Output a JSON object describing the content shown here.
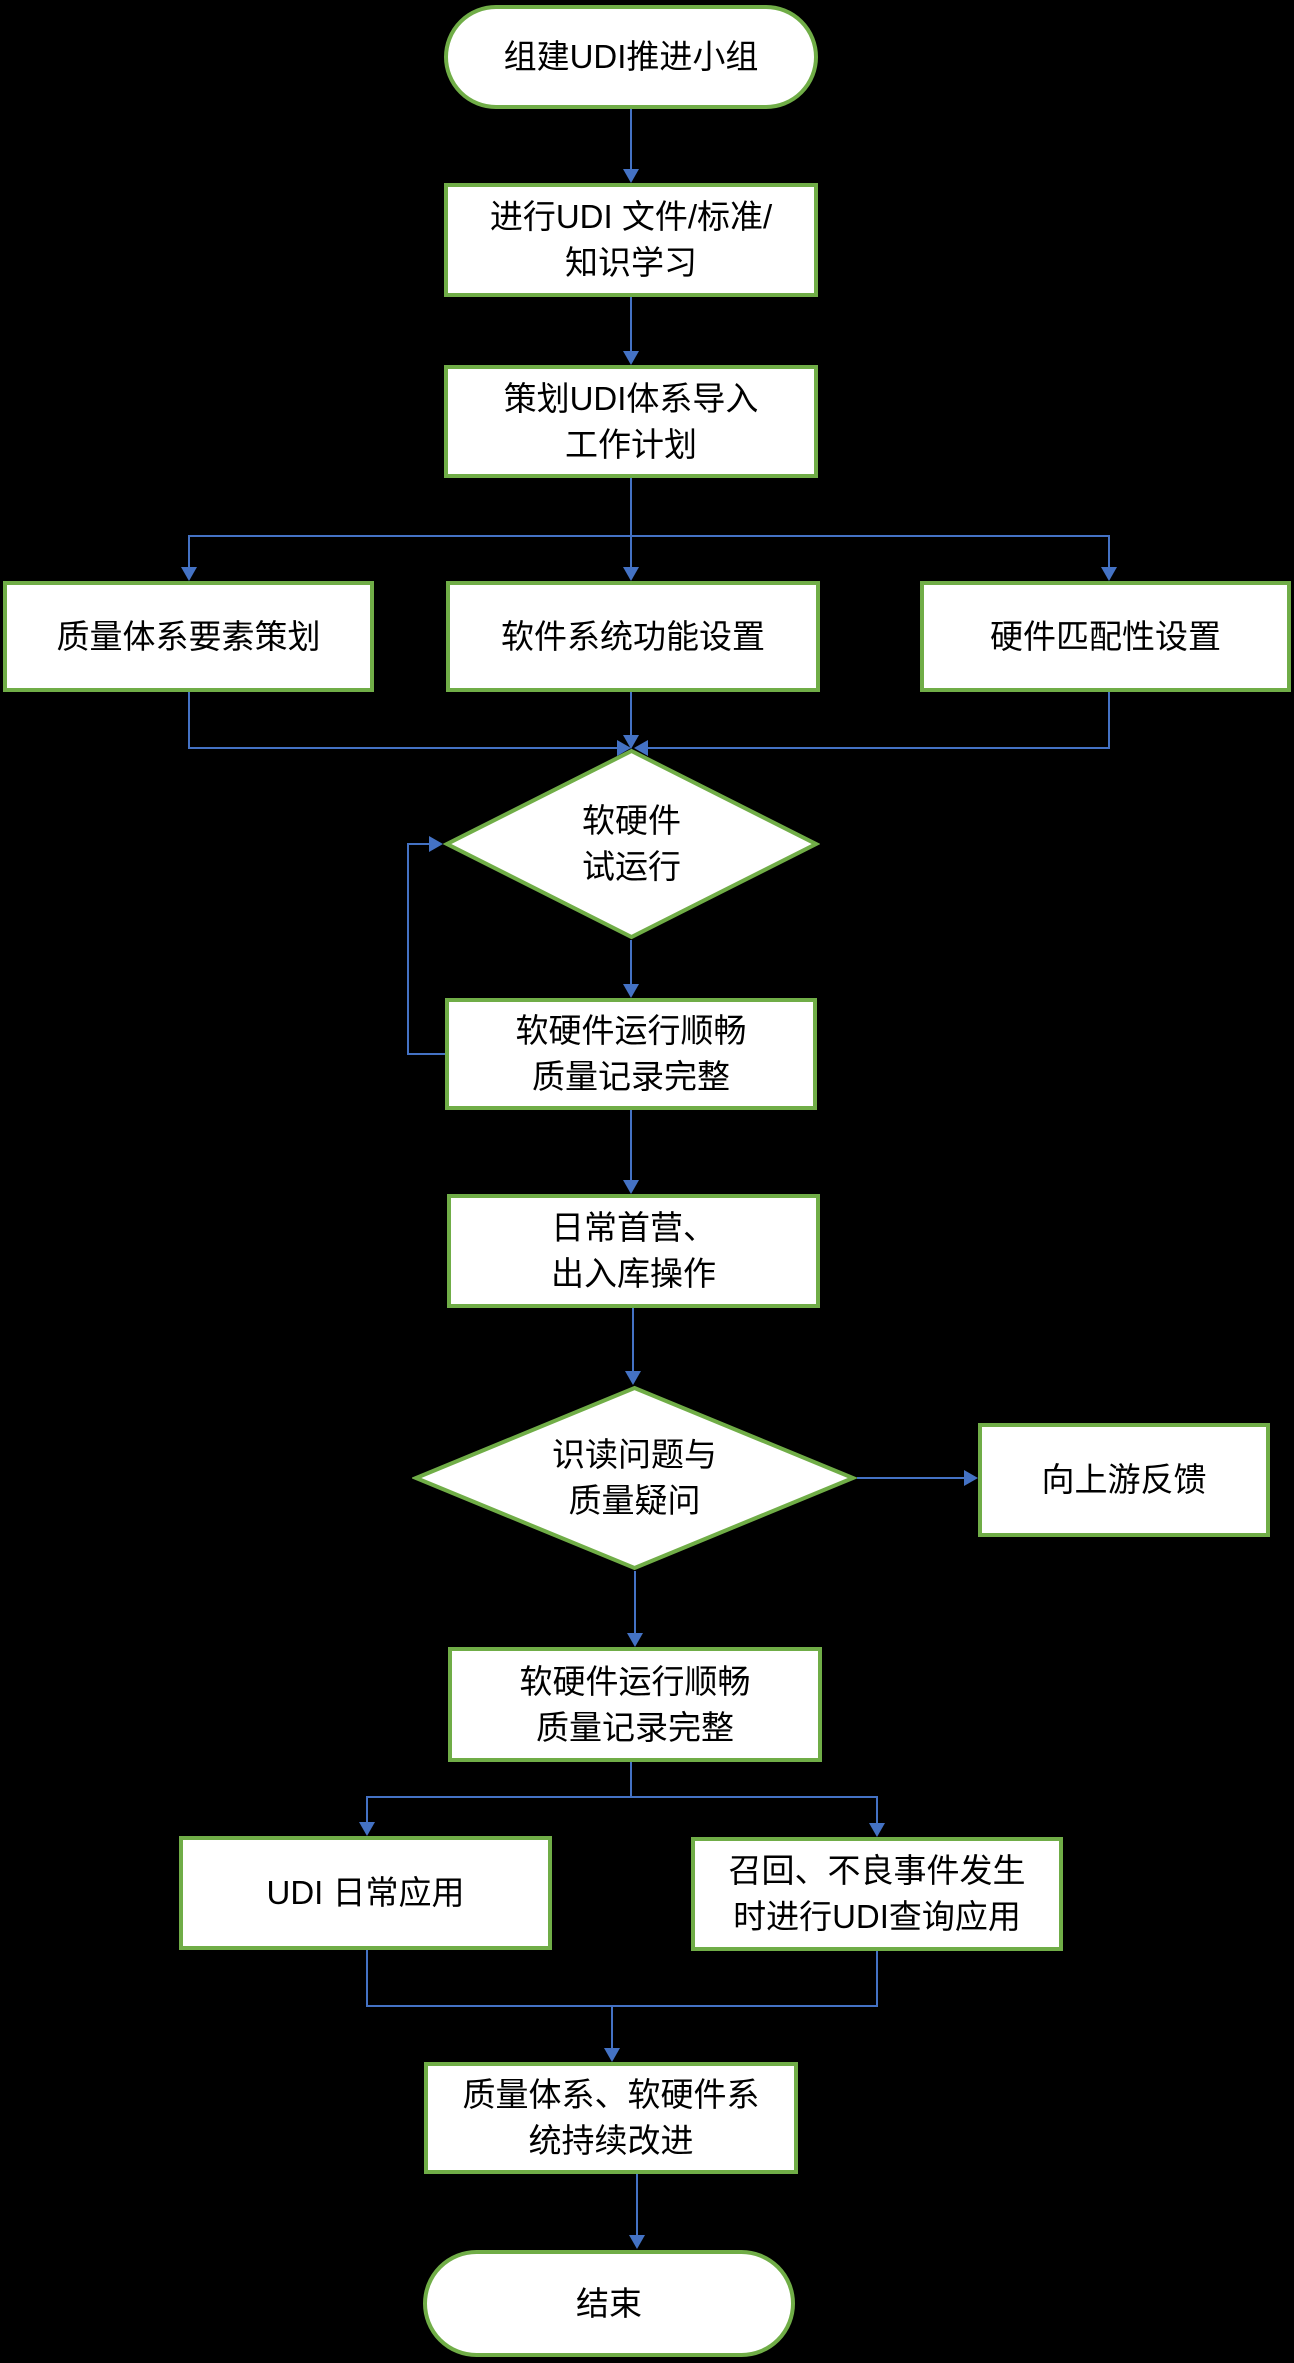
{
  "title": "UDI implementation flowchart",
  "colors": {
    "background": "#000000",
    "shape_fill": "#FFFFFF",
    "shape_border": "#70AD47",
    "connector": "#4472C4",
    "text": "#000000"
  },
  "nodes": {
    "start": {
      "type": "terminator",
      "label": "组建UDI推进小组"
    },
    "study": {
      "type": "process",
      "line1": "进行UDI 文件/标准/",
      "line2": "知识学习"
    },
    "plan": {
      "type": "process",
      "line1": "策划UDI体系导入",
      "line2": "工作计划"
    },
    "quality_planning": {
      "type": "process",
      "label": "质量体系要素策划"
    },
    "software_setup": {
      "type": "process",
      "label": "软件系统功能设置"
    },
    "hardware_setup": {
      "type": "process",
      "label": "硬件匹配性设置"
    },
    "trial_run": {
      "type": "decision",
      "line1": "软硬件",
      "line2": "试运行"
    },
    "trial_result": {
      "type": "process",
      "line1": "软硬件运行顺畅",
      "line2": "质量记录完整"
    },
    "daily_ops": {
      "type": "process",
      "line1": "日常首营、",
      "line2": "出入库操作"
    },
    "reading_issues": {
      "type": "decision",
      "line1": "识读问题与",
      "line2": "质量疑问"
    },
    "upstream_feedback": {
      "type": "process",
      "label": "向上游反馈"
    },
    "stable_result": {
      "type": "process",
      "line1": "软硬件运行顺畅",
      "line2": "质量记录完整"
    },
    "daily_application": {
      "type": "process",
      "label": "UDI 日常应用"
    },
    "recall_query": {
      "type": "process",
      "line1": "召回、不良事件发生",
      "line2": "时进行UDI查询应用"
    },
    "improvement": {
      "type": "process",
      "line1": "质量体系、软硬件系",
      "line2": "统持续改进"
    },
    "end": {
      "type": "terminator",
      "label": "结束"
    }
  }
}
